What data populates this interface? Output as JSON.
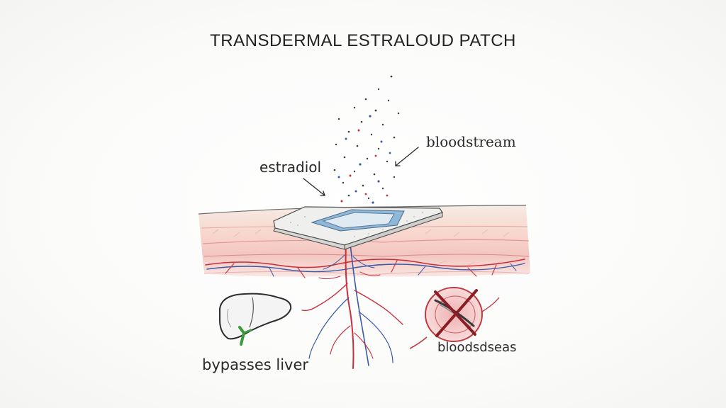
{
  "diagram": {
    "title": "TRANSDERMAL ESTRALOUD PATCH",
    "labels": {
      "bloodstream": "bloodstream",
      "estradiol": "estradiol",
      "bypasses_liver": "bypasses liver",
      "bloodseas": "bloodsdseas"
    },
    "colors": {
      "ink": "#2a2a2a",
      "vessel_red": "#c8303a",
      "vessel_blue": "#3a5aa8",
      "skin_pink": "#f3cfc8",
      "patch_blue": "#8fb8d8",
      "liver_green": "#3c9a3c"
    },
    "icons": [
      "liver-icon",
      "crossed-out-vessel-icon",
      "patch-icon"
    ]
  }
}
